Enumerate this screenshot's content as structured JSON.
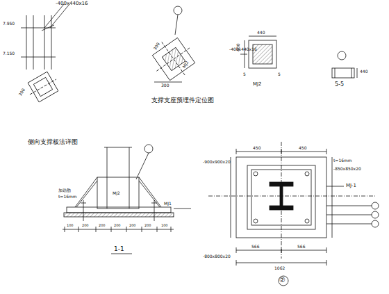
{
  "diagram": {
    "labels": [
      "-400x440x16",
      "7.950",
      "7.150",
      "300",
      "侧向支撑板法详图",
      "支撑支座预埋件定位图",
      "MJ2",
      "300",
      "300",
      "-400x440x16",
      "440",
      "400",
      "MJ2",
      "5-5",
      "440",
      "1-1",
      "MJ2",
      "MJ1",
      "加劲肋",
      "t=16mm",
      "100",
      "200",
      "200",
      "200",
      "200",
      "200",
      "100",
      "450",
      "450",
      "1062",
      "566",
      "566",
      "-900x900x20",
      "-850x850x20",
      "-800x800x20",
      "t=16mm",
      "MJ-1",
      "②",
      "5",
      "5"
    ]
  }
}
